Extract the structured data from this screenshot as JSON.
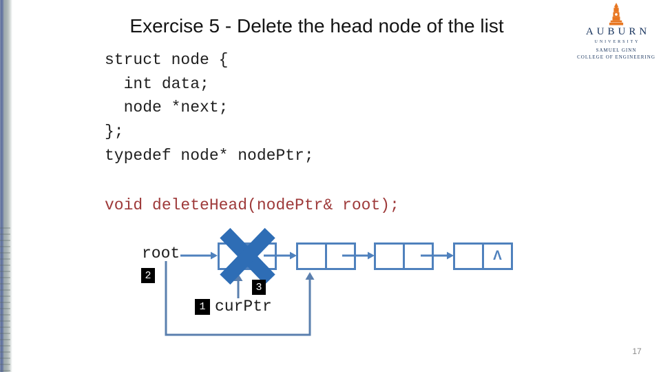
{
  "slide": {
    "title": "Exercise 5 - Delete the head node of the list",
    "page_number": "17"
  },
  "code": {
    "lines": [
      "struct node {",
      "  int data;",
      "  node *next;",
      "};",
      "typedef node* nodePtr;"
    ],
    "prototype": "void deleteHead(nodePtr& root);"
  },
  "diagram": {
    "root_label": "root",
    "curptr_label": "curPtr",
    "null_symbol": "Λ",
    "badges": {
      "root_step": "2",
      "curptr_step": "1",
      "unlink_step": "3"
    },
    "colors": {
      "node_border": "#4f81bd",
      "arrow": "#4f81bd",
      "connector": "#5a7fae",
      "delete_x": "#2e6db5",
      "badge_bg": "#000000",
      "badge_text": "#ffffff",
      "prototype_text": "#9e3a3a"
    }
  },
  "logo": {
    "wordmark": "AUBURN",
    "subtitle": "UNIVERSITY",
    "college_line1": "SAMUEL GINN",
    "college_line2": "COLLEGE OF ENGINEERING",
    "orange": "#e87722",
    "navy": "#16325c"
  }
}
